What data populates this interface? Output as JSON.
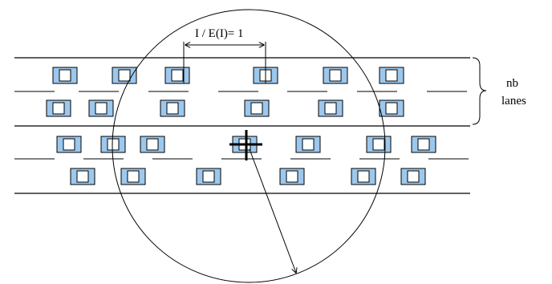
{
  "diagram": {
    "spacing_label": "I / E(I)= 1",
    "lanes_label_line1": "nb",
    "lanes_label_line2": "lanes",
    "colors": {
      "car": "#9dc8ee",
      "window": "#ffffff",
      "stroke": "#000000"
    },
    "icons": [
      "car-icon",
      "crosshair-icon",
      "radius-arrow-icon",
      "brace-icon"
    ]
  }
}
